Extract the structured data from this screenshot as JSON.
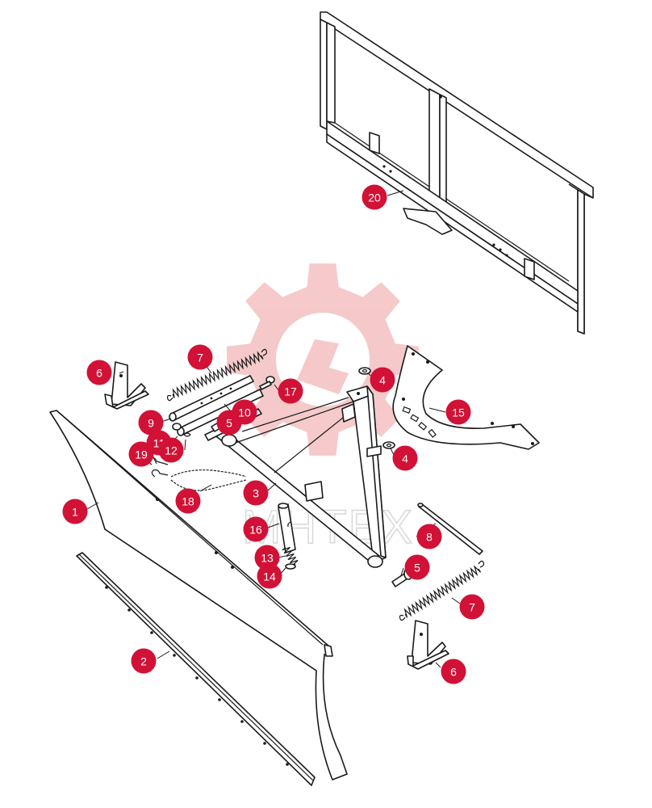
{
  "watermark": {
    "text": "MHTEX",
    "gear_color": "#f5c4c4",
    "text_color": "#d8d8d8"
  },
  "badge_color": "#d11135",
  "badge_text_color": "#ffffff",
  "callouts": [
    {
      "id": "c1",
      "label": "1"
    },
    {
      "id": "c2",
      "label": "2"
    },
    {
      "id": "c3",
      "label": "3"
    },
    {
      "id": "c4a",
      "label": "4"
    },
    {
      "id": "c4b",
      "label": "4"
    },
    {
      "id": "c5a",
      "label": "5"
    },
    {
      "id": "c5b",
      "label": "5"
    },
    {
      "id": "c6a",
      "label": "6"
    },
    {
      "id": "c6b",
      "label": "6"
    },
    {
      "id": "c7a",
      "label": "7"
    },
    {
      "id": "c7b",
      "label": "7"
    },
    {
      "id": "c8",
      "label": "8"
    },
    {
      "id": "c9",
      "label": "9"
    },
    {
      "id": "c10",
      "label": "10"
    },
    {
      "id": "c11",
      "label": "11"
    },
    {
      "id": "c12",
      "label": "12"
    },
    {
      "id": "c13",
      "label": "13"
    },
    {
      "id": "c14",
      "label": "14"
    },
    {
      "id": "c15",
      "label": "15"
    },
    {
      "id": "c16",
      "label": "16"
    },
    {
      "id": "c17",
      "label": "17"
    },
    {
      "id": "c18",
      "label": "18"
    },
    {
      "id": "c19",
      "label": "19"
    },
    {
      "id": "c20",
      "label": "20"
    }
  ]
}
